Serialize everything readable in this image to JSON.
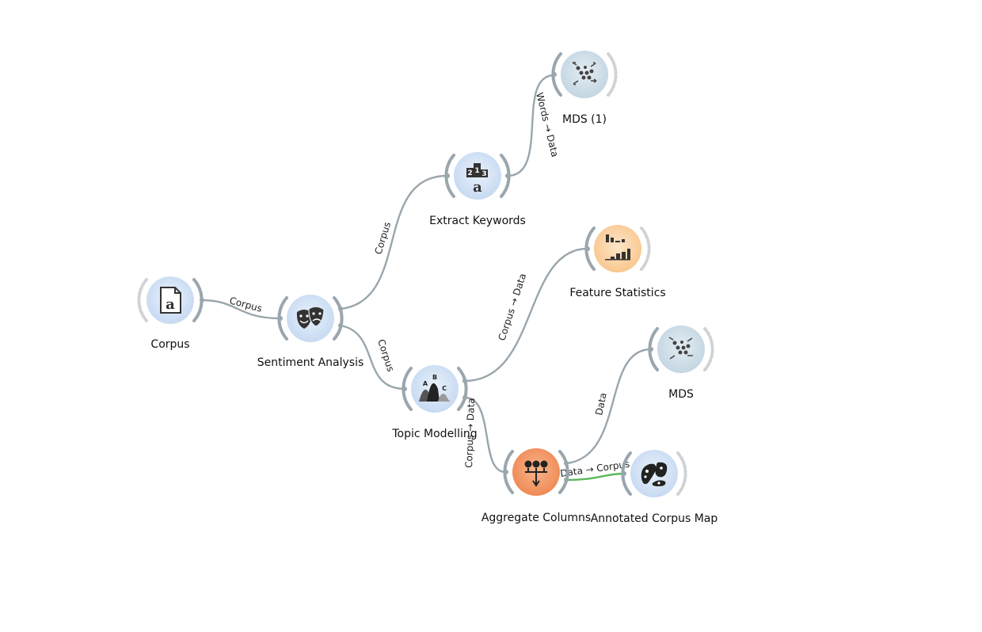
{
  "nodes": {
    "corpus": {
      "label": "Corpus",
      "icon": "corpus-document-icon",
      "color": "#d9e6f5"
    },
    "sentiment": {
      "label": "Sentiment Analysis",
      "icon": "theater-masks-icon",
      "color": "#d9e6f5"
    },
    "keywords": {
      "label": "Extract Keywords",
      "icon": "keyword-podium-icon",
      "color": "#d9e6f5"
    },
    "mds1": {
      "label": "MDS (1)",
      "icon": "mds-scatter-icon",
      "color": "#d3e2ea"
    },
    "featstats": {
      "label": "Feature Statistics",
      "icon": "bar-stats-icon",
      "color": "#fcd9b0"
    },
    "topic": {
      "label": "Topic Modelling",
      "icon": "topic-abc-icon",
      "color": "#d9e6f5"
    },
    "mds": {
      "label": "MDS",
      "icon": "mds-scatter-icon",
      "color": "#d3e2ea"
    },
    "aggregate": {
      "label": "Aggregate Columns",
      "icon": "aggregate-merge-icon",
      "color": "#f4a277"
    },
    "corpusmap": {
      "label": "Annotated Corpus Map",
      "icon": "corpus-map-icon",
      "color": "#d9e6f5"
    }
  },
  "links": {
    "corpus_sentiment": "Corpus",
    "sentiment_keywords": "Corpus",
    "sentiment_topic": "Corpus",
    "keywords_mds1": "Words → Data",
    "topic_featstats": "Corpus → Data",
    "topic_aggregate": "Corpus → Data",
    "aggregate_mds": "Data",
    "aggregate_corpusmap": "Data → Corpus"
  },
  "colors": {
    "link": "#9aa6ad",
    "active_link": "#5cb85c"
  }
}
